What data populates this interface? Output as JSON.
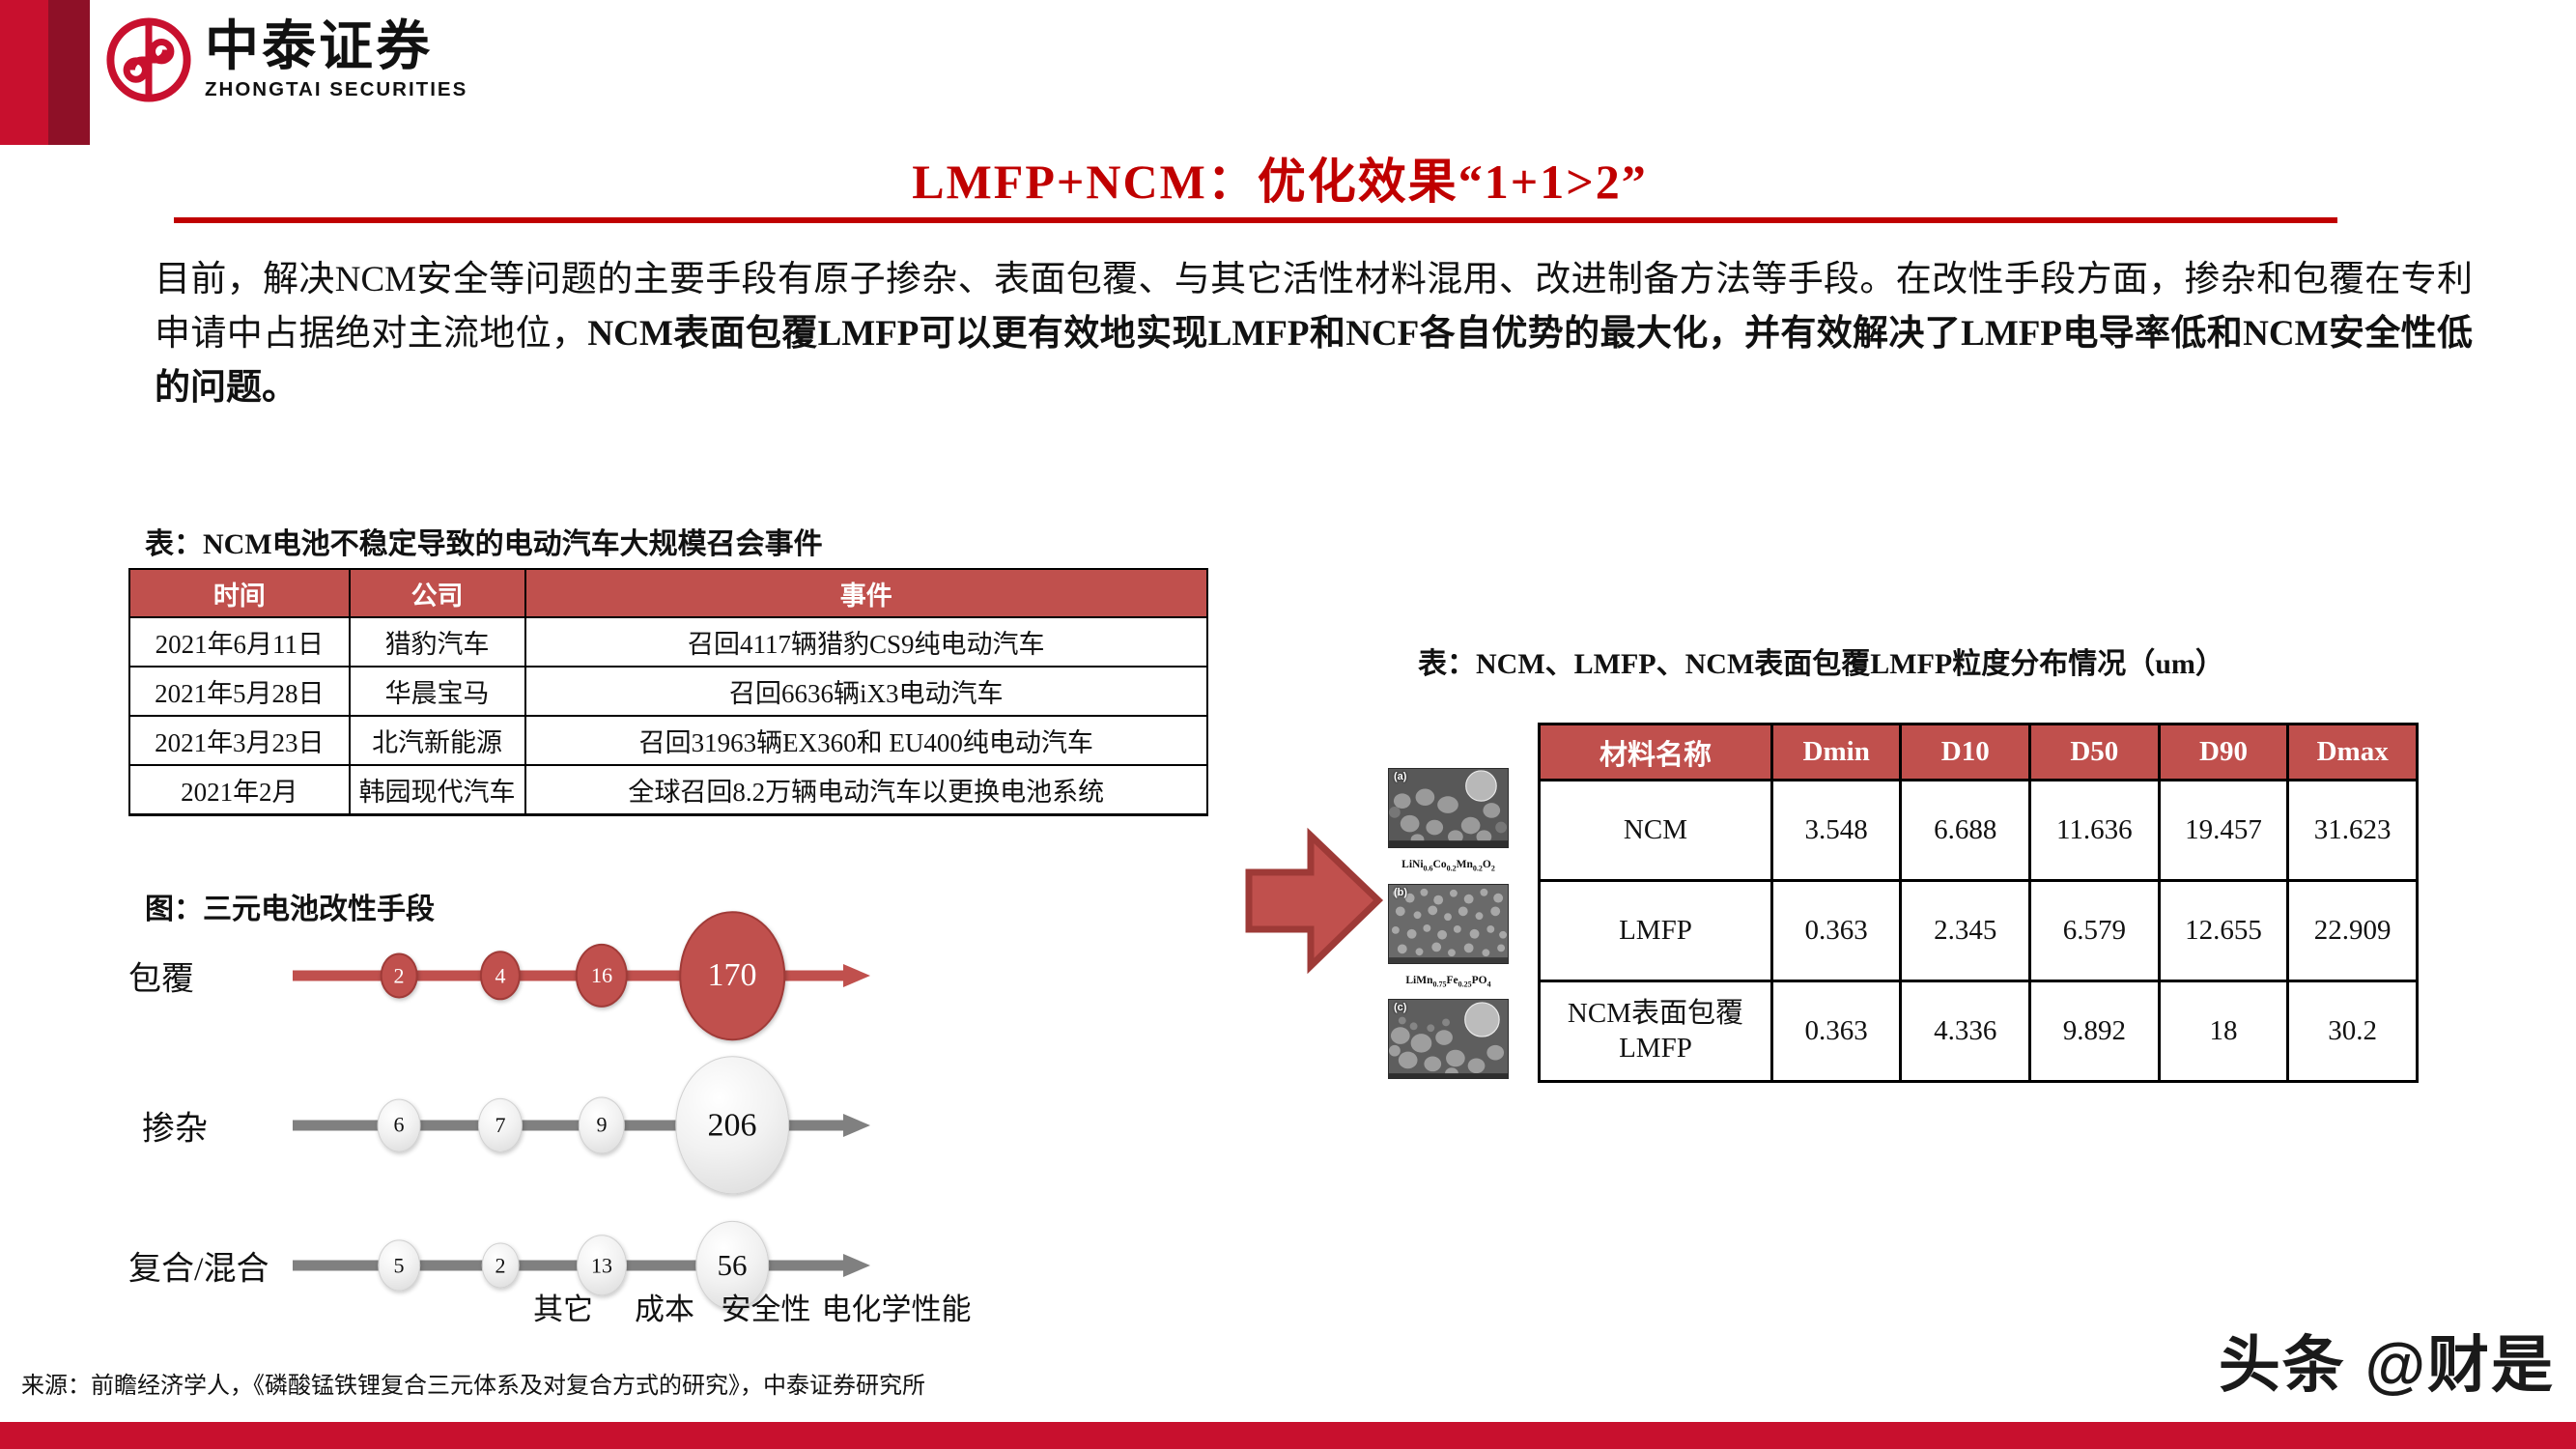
{
  "brand": {
    "logo_cn": "中泰证券",
    "logo_en": "ZHONGTAI SECURITIES",
    "accent_red": "#c8102e",
    "dark_red": "#8e1027",
    "table_header_red": "#c0504d",
    "title_red": "#c00000"
  },
  "header": {
    "title": "LMFP+NCM：优化效果“1+1>2”"
  },
  "body_paragraph": {
    "segment_1": "目前，解决NCM安全等问题的主要手段有原子掺杂、表面包覆、与其它活性材料混用、改进制备方法等手段。在改性手段方面，掺杂和包覆在专利申请中占据绝对主流地位，",
    "segment_2_bold": "NCM表面包覆LMFP可以更有效地实现LMFP和NCF各自优势的最大化，并有效解决了LMFP电导率低和NCM安全性低的问题。"
  },
  "left_table": {
    "caption": "表：NCM电池不稳定导致的电动汽车大规模召会事件",
    "columns": [
      "时间",
      "公司",
      "事件"
    ],
    "rows": [
      [
        "2021年6月11日",
        "猎豹汽车",
        "召回4117辆猎豹CS9纯电动汽车"
      ],
      [
        "2021年5月28日",
        "华晨宝马",
        "召回6636辆iX3电动汽车"
      ],
      [
        "2021年3月23日",
        "北汽新能源",
        "召回31963辆EX360和 EU400纯电动汽车"
      ],
      [
        "2021年2月",
        "韩园现代汽车",
        "全球召回8.2万辆电动汽车以更换电池系统"
      ]
    ]
  },
  "chart_data": {
    "type": "bubble",
    "title": "图：三元电池改性手段",
    "xlabel": "",
    "ylabel": "",
    "categories": [
      "其它",
      "成本",
      "安全性",
      "电化学性能"
    ],
    "series": [
      {
        "name": "包覆",
        "values": [
          2,
          4,
          16,
          170
        ],
        "color": "#c0504d",
        "style": "red"
      },
      {
        "name": "掺杂",
        "values": [
          6,
          7,
          9,
          206
        ],
        "color": "#d9d9d9",
        "style": "grey"
      },
      {
        "name": "复合/混合",
        "values": [
          5,
          2,
          13,
          56
        ],
        "color": "#d9d9d9",
        "style": "grey"
      }
    ],
    "grid": false,
    "legend": "none",
    "note": "Bubble area encodes patent counts per modification approach and per evaluation dimension."
  },
  "sem_panel": {
    "images": [
      {
        "tag": "(a)",
        "formula_html": "LiNi<sub>0.6</sub>Co<sub>0.2</sub>Mn<sub>0.2</sub>O<sub>2</sub>"
      },
      {
        "tag": "(b)",
        "formula_html": "LiMn<sub>0.75</sub>Fe<sub>0.25</sub>PO<sub>4</sub>"
      },
      {
        "tag": "(c)",
        "formula_html": ""
      }
    ]
  },
  "right_table": {
    "caption": "表：NCM、LMFP、NCM表面包覆LMFP粒度分布情况（um）",
    "columns": [
      "材料名称",
      "Dmin",
      "D10",
      "D50",
      "D90",
      "Dmax"
    ],
    "rows": [
      [
        "NCM",
        "3.548",
        "6.688",
        "11.636",
        "19.457",
        "31.623"
      ],
      [
        "LMFP",
        "0.363",
        "2.345",
        "6.579",
        "12.655",
        "22.909"
      ],
      [
        "NCM表面包覆\nLMFP",
        "0.363",
        "4.336",
        "9.892",
        "18",
        "30.2"
      ]
    ]
  },
  "footer": {
    "source": "来源：前瞻经济学人，《磷酸锰铁锂复合三元体系及对复合方式的研究》，中泰证券研究所",
    "watermark": "头条 @财是"
  }
}
